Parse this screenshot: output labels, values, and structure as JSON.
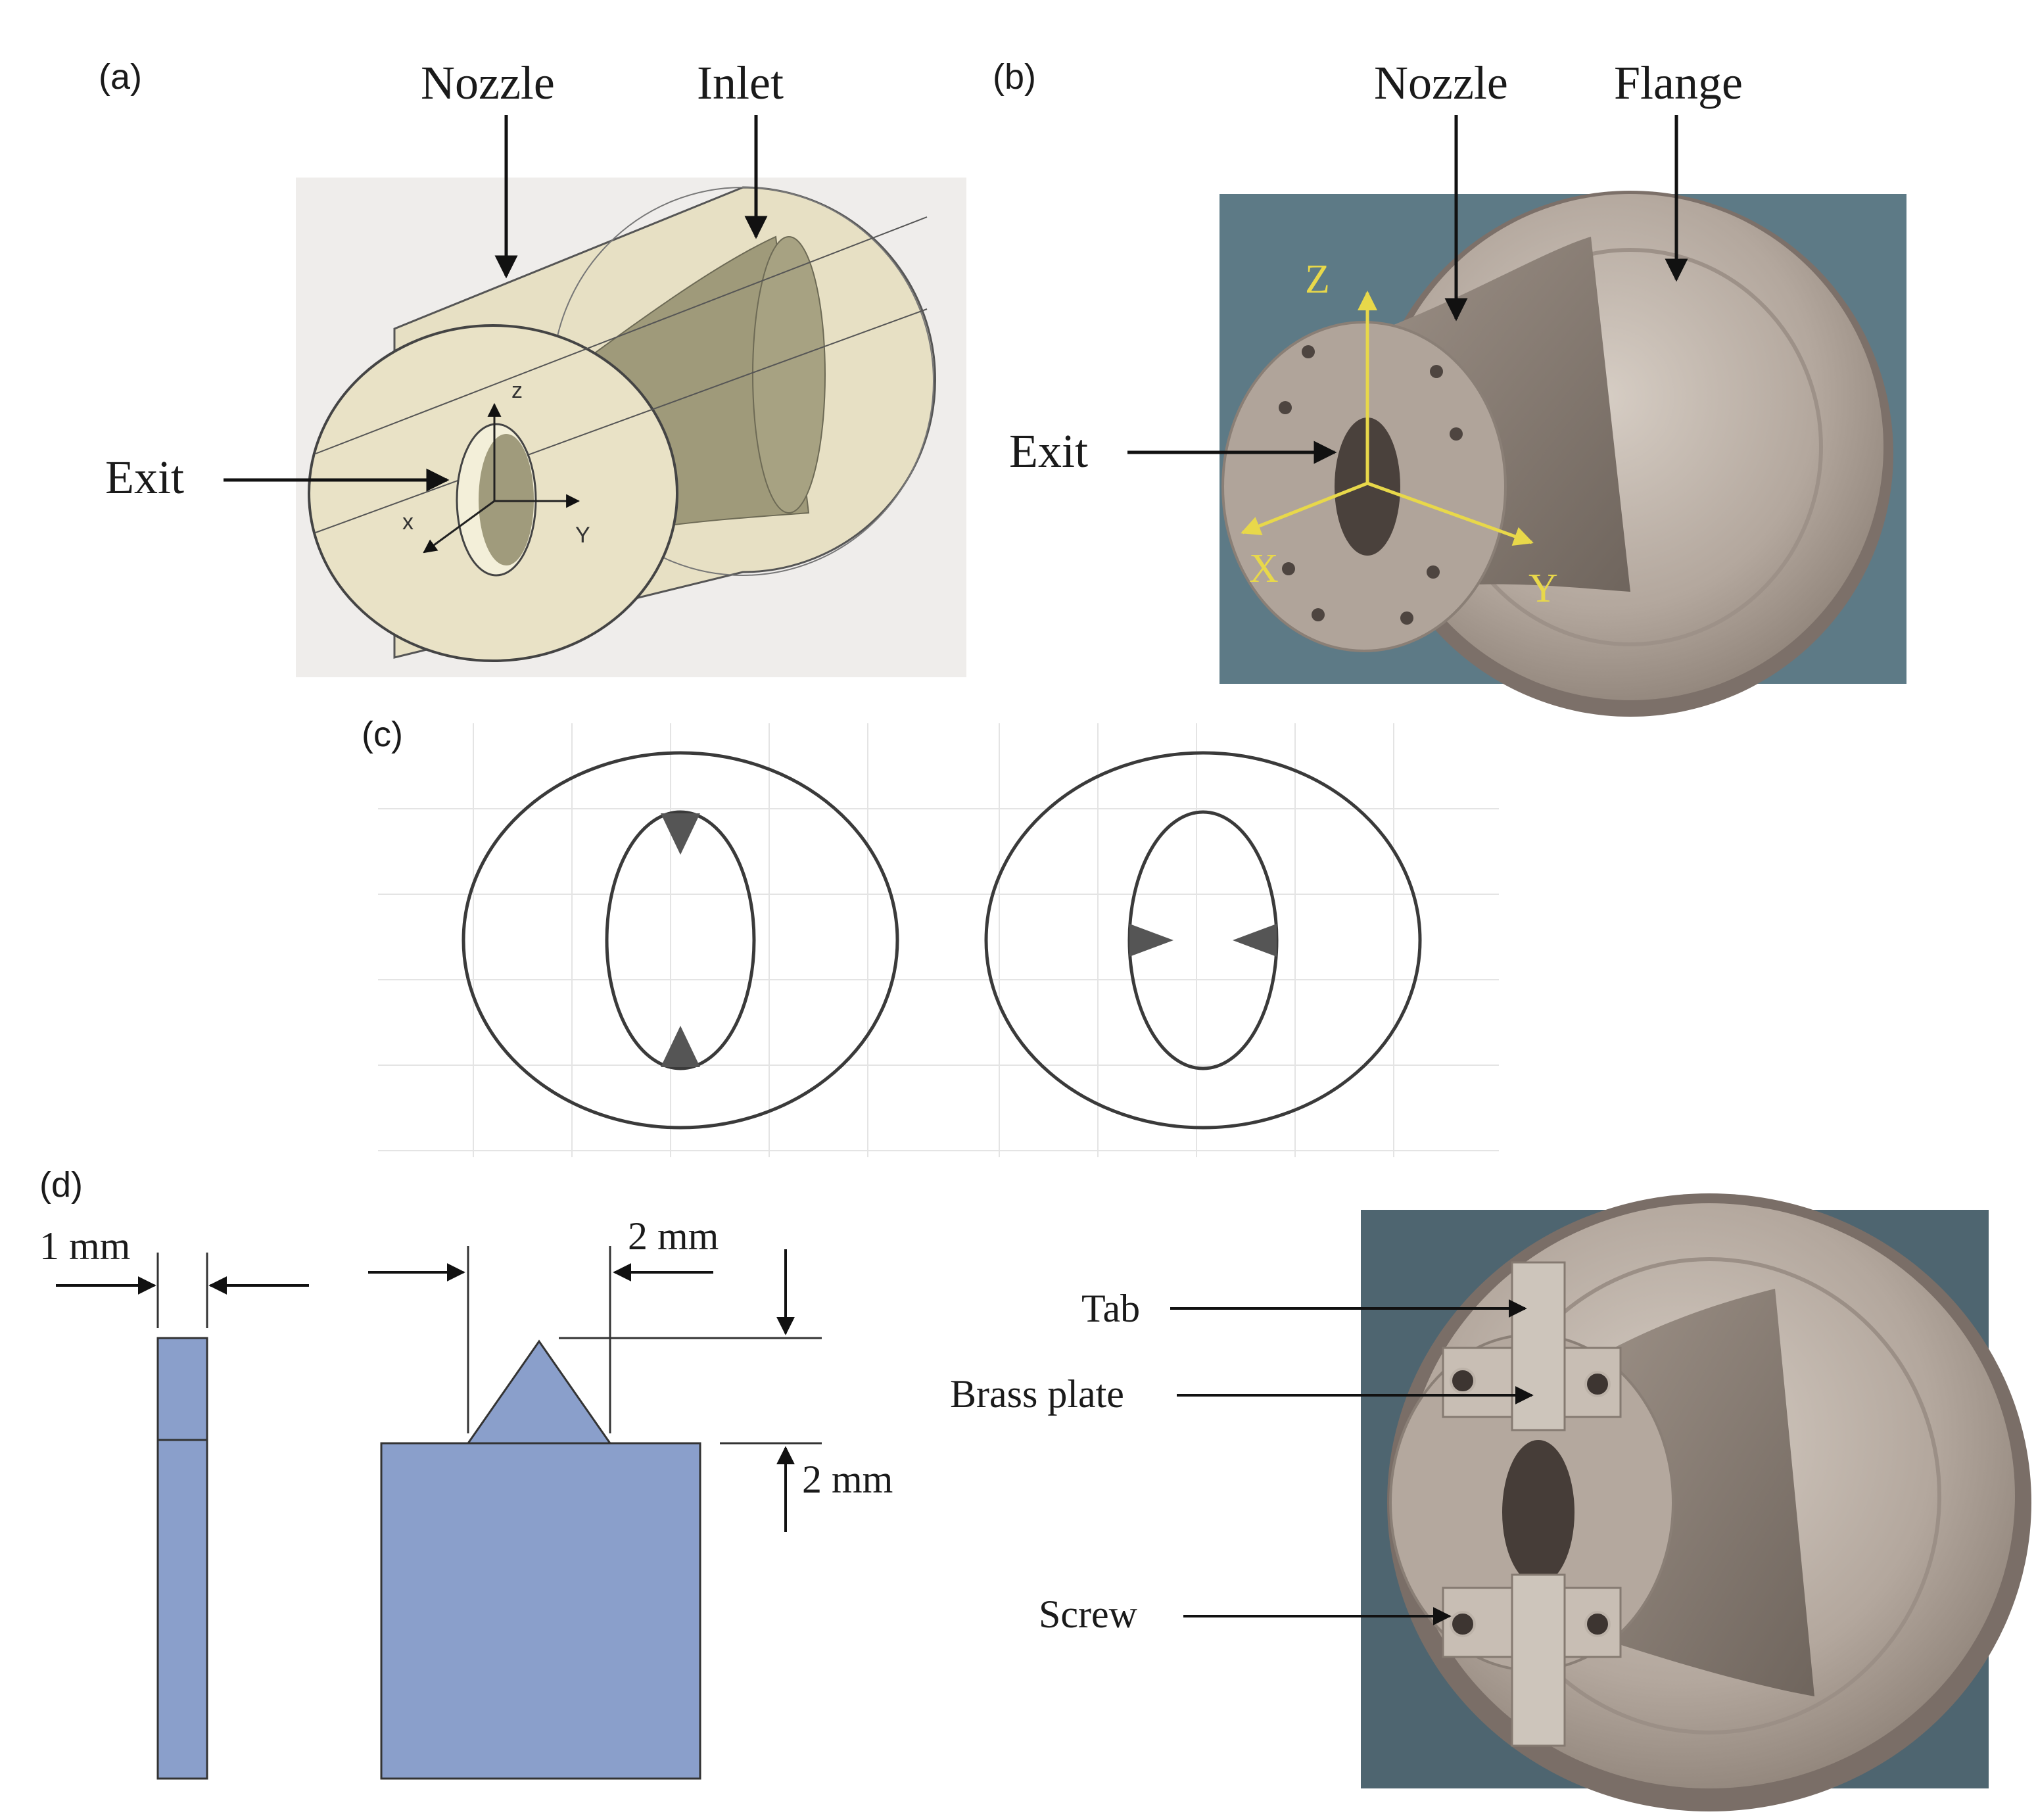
{
  "panels": {
    "a": {
      "tag": "(a)",
      "labels": {
        "nozzle": "Nozzle",
        "inlet": "Inlet",
        "exit": "Exit"
      },
      "axes": {
        "x": "x",
        "y": "Y",
        "z": "z"
      }
    },
    "b": {
      "tag": "(b)",
      "labels": {
        "nozzle": "Nozzle",
        "flange": "Flange",
        "exit": "Exit"
      },
      "axes": {
        "x": "X",
        "y": "Y",
        "z": "Z"
      }
    },
    "c": {
      "tag": "(c)"
    },
    "d": {
      "tag": "(d)",
      "dims": {
        "thickness": "1 mm",
        "tab_width": "2 mm",
        "tab_height": "2 mm"
      },
      "labels": {
        "tab": "Tab",
        "brass_plate": "Brass plate",
        "screw": "Screw"
      }
    }
  },
  "colors": {
    "tab_fill": "#8a9fcb",
    "axis_yellow": "#e8d84a",
    "photo_bg": "#5d7a86",
    "metal": "#b9afa6"
  }
}
